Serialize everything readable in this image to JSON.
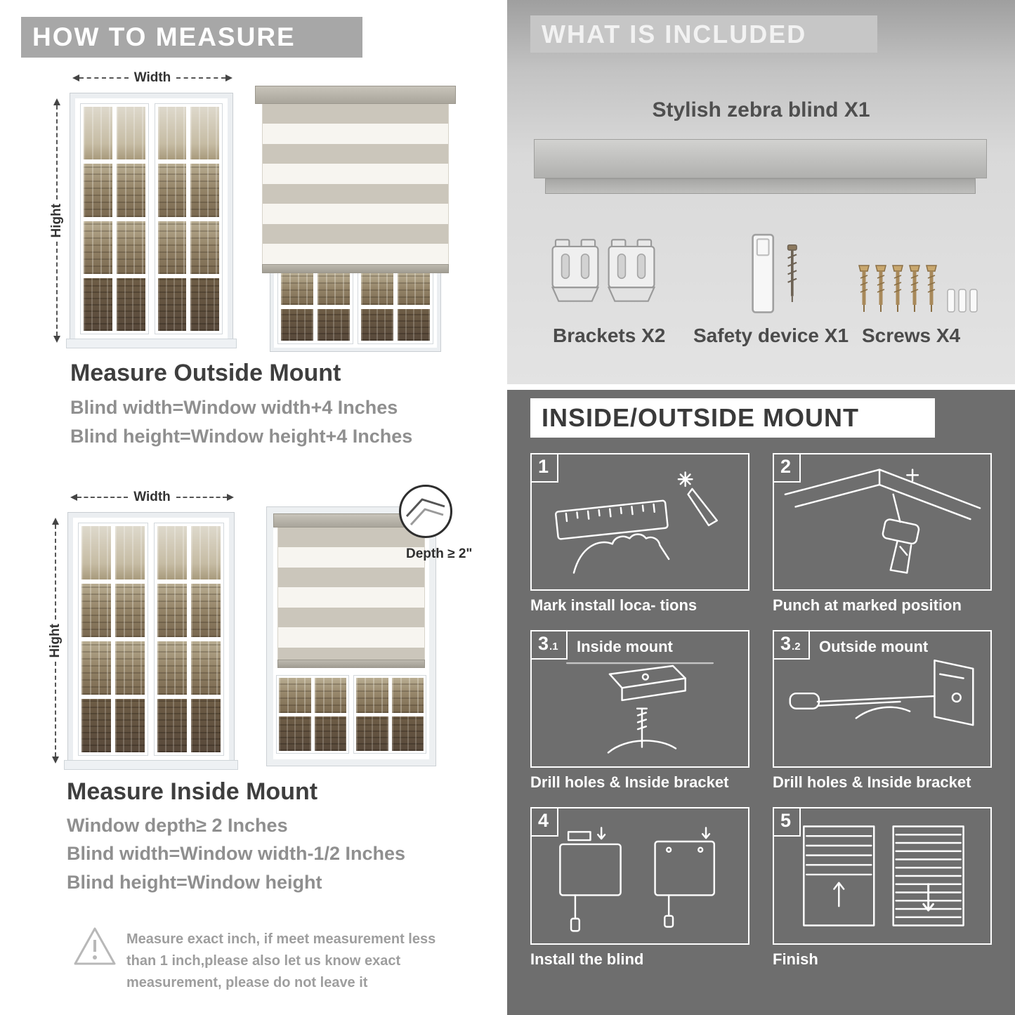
{
  "colors": {
    "left_header_bg": "#a7a7a7",
    "included_header_bg": "#c6c6c6",
    "dark_section_bg": "#6e6e6e"
  },
  "icons": {
    "warning": "warning-triangle-icon",
    "brackets": "bracket-icon",
    "safety_device": "safety-device-icon",
    "screws": "screws-icon"
  },
  "left": {
    "header": "HOW TO MEASURE",
    "labels": {
      "width": "Width",
      "height": "Hight",
      "depth": "Depth ≥ 2\""
    },
    "outside": {
      "title": "Measure Outside Mount",
      "line1": "Blind width=Window width+4 Inches",
      "line2": "Blind height=Window height+4 Inches"
    },
    "inside": {
      "title": "Measure Inside Mount",
      "line1": "Window depth≥ 2 Inches",
      "line2": "Blind width=Window width-1/2 Inches",
      "line3": "Blind height=Window height"
    },
    "note": "Measure exact inch, if meet measurement less than 1 inch,please also let us know exact measurement, please do not leave it"
  },
  "right": {
    "included": {
      "header": "WHAT IS INCLUDED",
      "blind_label": "Stylish zebra blind X1",
      "items": [
        {
          "label": "Brackets X2"
        },
        {
          "label": "Safety device X1"
        },
        {
          "label": "Screws X4"
        }
      ]
    },
    "mount": {
      "header": "INSIDE/OUTSIDE MOUNT",
      "steps": [
        {
          "num": "1",
          "sub": "",
          "label": "",
          "caption": "Mark install loca- tions"
        },
        {
          "num": "2",
          "sub": "",
          "label": "",
          "caption": "Punch at  marked position"
        },
        {
          "num": "3",
          "sub": ".1",
          "label": "Inside mount",
          "caption": "Drill holes &  Inside bracket"
        },
        {
          "num": "3",
          "sub": ".2",
          "label": "Outside mount",
          "caption": "Drill holes &  Inside bracket"
        },
        {
          "num": "4",
          "sub": "",
          "label": "",
          "caption": "Install the blind"
        },
        {
          "num": "5",
          "sub": "",
          "label": "",
          "caption": "Finish"
        }
      ]
    }
  }
}
